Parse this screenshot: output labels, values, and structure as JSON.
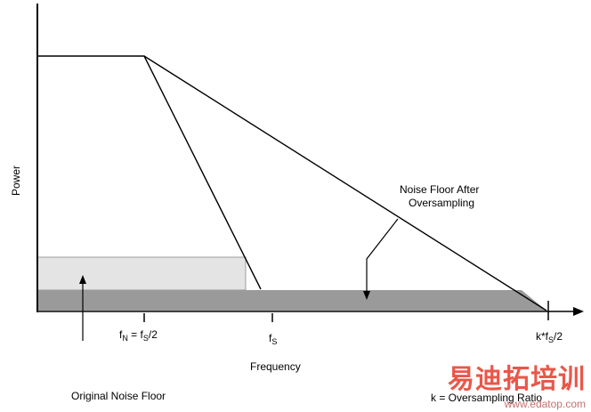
{
  "y_axis_label": "Power",
  "x_axis_label": "Frequency",
  "ticks": {
    "fn_main": "f",
    "fn_sub": "N",
    "fn_eq": " = f",
    "fn_eq_sub": "S",
    "fn_tail": "/2",
    "fs_main": "f",
    "fs_sub": "S",
    "kfs_main": "k*f",
    "kfs_sub": "S",
    "kfs_tail": "/2"
  },
  "annotations": {
    "noise_after_line1": "Noise Floor After",
    "noise_after_line2": "Oversampling",
    "original_noise": "Original Noise Floor",
    "k_definition": "k = Oversampling Ratio"
  },
  "watermark": {
    "text": "易迪拓培训",
    "url": "www.edatop.com"
  },
  "colors": {
    "original_noise_fill": "#e4e4e4",
    "oversampled_noise_fill": "#9a9a9a",
    "line": "#000000"
  }
}
